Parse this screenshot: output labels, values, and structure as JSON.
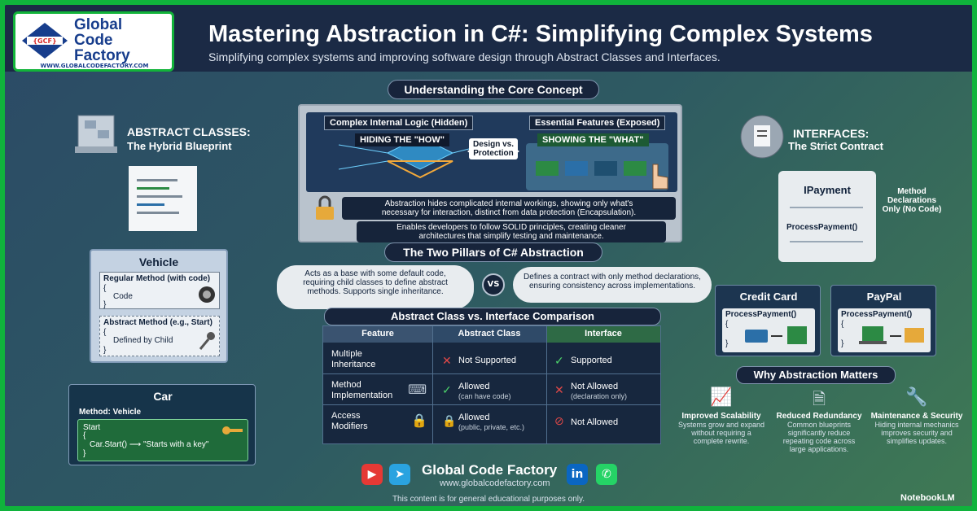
{
  "brand": {
    "logo_badge": "{GCF}",
    "logo_line1": "Global",
    "logo_line2": "Code",
    "logo_line3": "Factory",
    "logo_url": "WWW.GLOBALCODEFACTORY.COM",
    "colors": {
      "green_border": "#10b33c",
      "navy": "#1b2a45",
      "blue": "#173d8c"
    }
  },
  "header": {
    "title": "Mastering Abstraction in C#: Simplifying Complex Systems",
    "subtitle": "Simplifying complex systems and improving software design through Abstract Classes and Interfaces."
  },
  "core": {
    "heading": "Understanding the Core Concept",
    "left_box": "Complex Internal Logic (Hidden)",
    "right_box": "Essential Features (Exposed)",
    "hiding": "HIDING THE \"HOW\"",
    "showing": "SHOWING THE \"WHAT\"",
    "design_vs": "Design vs.",
    "protection": "Protection",
    "note_line1": "Abstraction hides complicated internal workings, showing only what's",
    "note_line2": "necessary for interaction, distinct from data protection (Encapsulation).",
    "solid_line1": "Enables developers to follow SOLID principles, creating cleaner",
    "solid_line2": "architectures that simplify testing and maintenance."
  },
  "abstract_classes": {
    "heading": "ABSTRACT CLASSES:",
    "subheading": "The Hybrid Blueprint"
  },
  "interfaces": {
    "heading": "INTERFACES:",
    "subheading": "The Strict Contract"
  },
  "pillars": {
    "heading": "The Two Pillars of C# Abstraction",
    "left_line1": "Acts as a base with some default code,",
    "left_line2": "requiring child classes to define abstract",
    "left_line3": "methods. Supports single inheritance.",
    "vs": "VS",
    "right_line1": "Defines a contract with only method declarations,",
    "right_line2": "ensuring consistency across implementations."
  },
  "vehicle": {
    "title": "Vehicle",
    "regular_method": "Regular Method (with code)",
    "brace_open": "{",
    "brace_close": "}",
    "code": "Code",
    "abstract_method": "Abstract Method (e.g., Start)",
    "defined_by_child": "Defined by Child"
  },
  "car": {
    "title": "Car",
    "method_label": "Method: Vehicle",
    "start": "Start",
    "brace_open": "{",
    "brace_close": "}",
    "call": "Car.Start()  ⟶  \"Starts with a key\""
  },
  "ipayment": {
    "name": "IPayment",
    "method": "ProcessPayment()",
    "note_line1": "Method",
    "note_line2": "Declarations",
    "note_line3": "Only (No Code)"
  },
  "implementations": [
    {
      "title": "Credit Card",
      "method": "ProcessPayment()",
      "brace_open": "{",
      "brace_close": "}"
    },
    {
      "title": "PayPal",
      "method": "ProcessPayment()",
      "brace_open": "{",
      "brace_close": "}"
    }
  ],
  "comparison": {
    "heading": "Abstract Class vs. Interface Comparison",
    "headers": [
      "Feature",
      "Abstract Class",
      "Interface"
    ],
    "rows": [
      {
        "feature_line1": "Multiple",
        "feature_line2": "Inheritance",
        "abstract_main": "Not Supported",
        "abstract_sub": "",
        "interface_main": "Supported",
        "interface_sub": ""
      },
      {
        "feature_line1": "Method",
        "feature_line2": "Implementation",
        "abstract_main": "Allowed",
        "abstract_sub": "(can have code)",
        "interface_main": "Not Allowed",
        "interface_sub": "(declaration only)"
      },
      {
        "feature_line1": "Access",
        "feature_line2": "Modifiers",
        "abstract_main": "Allowed",
        "abstract_sub": "(public, private, etc.)",
        "interface_main": "Not Allowed",
        "interface_sub": ""
      }
    ]
  },
  "why": {
    "heading": "Why Abstraction Matters",
    "items": [
      {
        "title": "Improved Scalability",
        "line1": "Systems grow and expand",
        "line2": "without requiring a",
        "line3": "complete rewrite."
      },
      {
        "title": "Reduced Redundancy",
        "line1": "Common blueprints",
        "line2": "significantly reduce",
        "line3": "repeating code across",
        "line4": "large applications."
      },
      {
        "title": "Maintenance & Security",
        "line1": "Hiding internal mechanics",
        "line2": "improves security and",
        "line3": "simplifies updates."
      }
    ]
  },
  "footer": {
    "brand": "Global Code Factory",
    "url": "www.globalcodefactory.com",
    "disclaimer": "This content is for general educational purposes only.",
    "notebooklm": "NotebookLM",
    "socials": [
      "youtube-icon",
      "telegram-icon",
      "linkedin-icon",
      "whatsapp-icon"
    ]
  }
}
